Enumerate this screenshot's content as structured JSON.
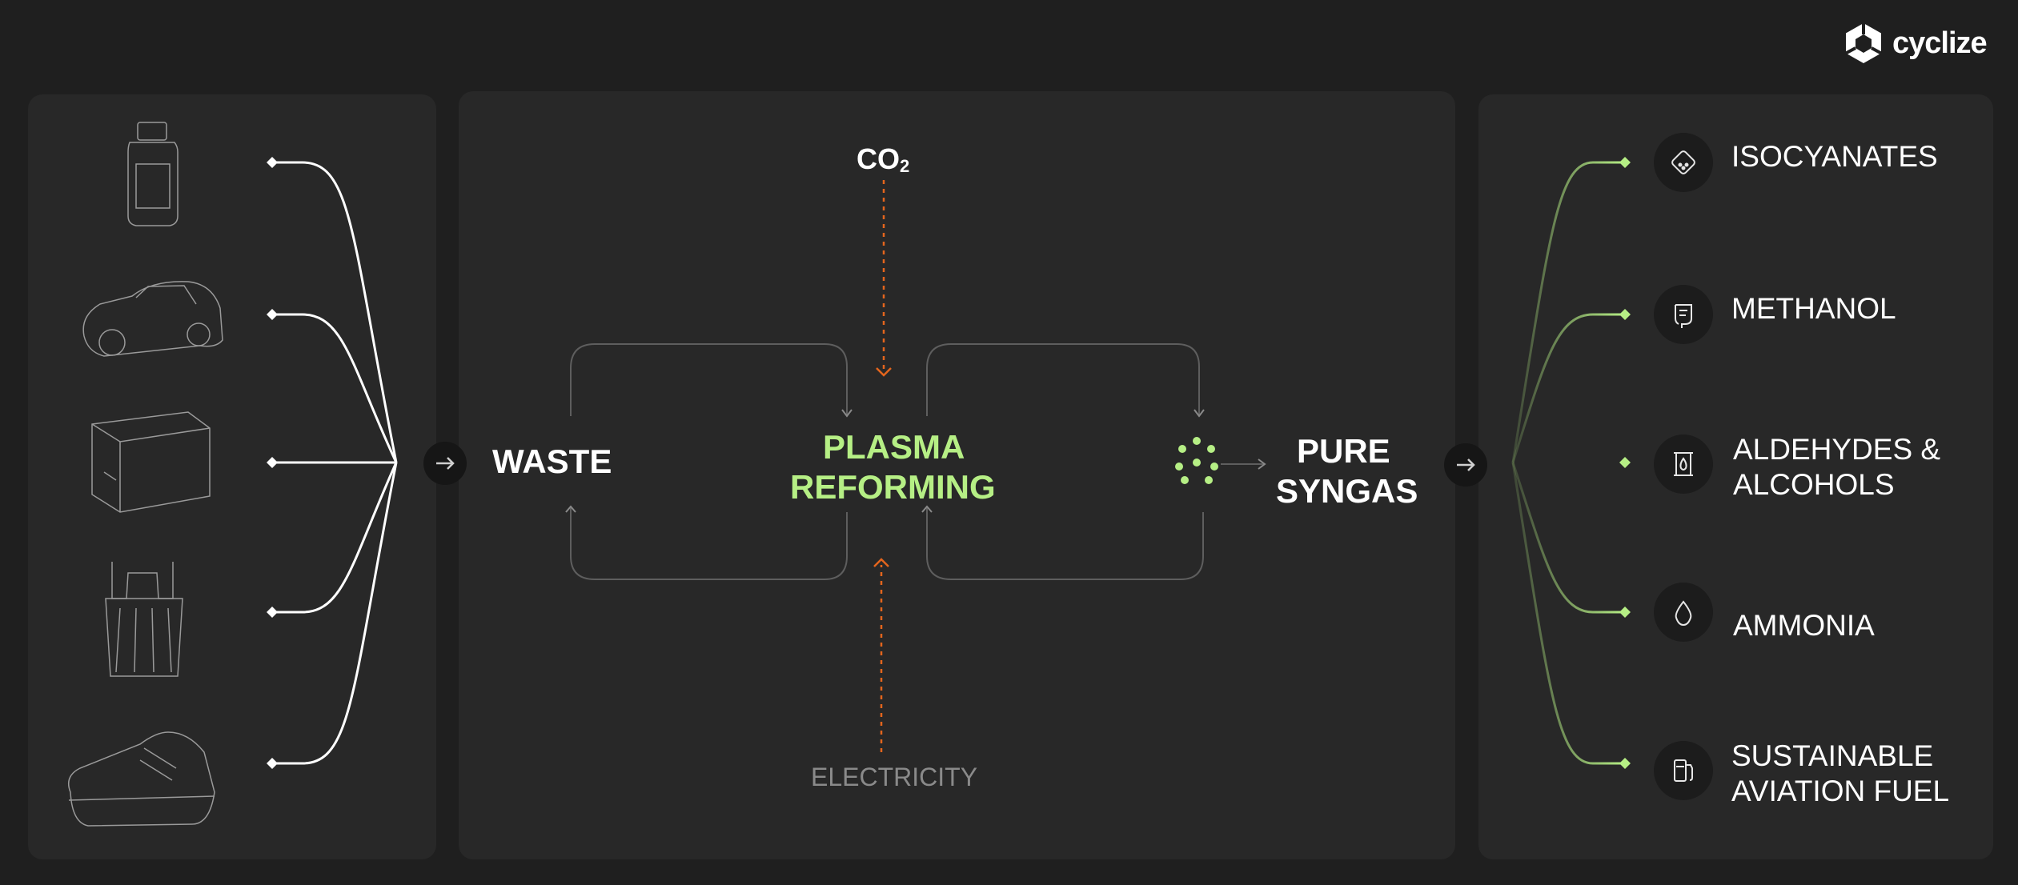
{
  "brand": {
    "name": "cyclize"
  },
  "diagram": {
    "input_label": "WASTE",
    "process_line1": "PLASMA",
    "process_line2": "REFORMING",
    "co2_base": "CO",
    "co2_sub": "2",
    "electricity": "ELECTRICITY",
    "output_line1": "PURE",
    "output_line2": "SYNGAS"
  },
  "inputs": [
    {
      "icon": "bottle-icon"
    },
    {
      "icon": "car-wreck-icon"
    },
    {
      "icon": "container-box-icon"
    },
    {
      "icon": "plastic-bag-icon"
    },
    {
      "icon": "shoe-icon"
    }
  ],
  "products": [
    {
      "line1": "ISOCYANATES",
      "line2": "",
      "icon": "isocyanate-icon"
    },
    {
      "line1": "METHANOL",
      "line2": "",
      "icon": "methanol-icon"
    },
    {
      "line1": "ALDEHYDES &",
      "line2": "ALCOHOLS",
      "icon": "aldehyde-icon"
    },
    {
      "line1": "AMMONIA",
      "line2": "",
      "icon": "droplet-icon"
    },
    {
      "line1": "SUSTAINABLE",
      "line2": "AVIATION FUEL",
      "icon": "fuel-pump-icon"
    }
  ],
  "colors": {
    "accent_green": "#b6ef85",
    "accent_orange": "#e3651d",
    "panel": "#282828",
    "background": "#1f1f1f"
  }
}
